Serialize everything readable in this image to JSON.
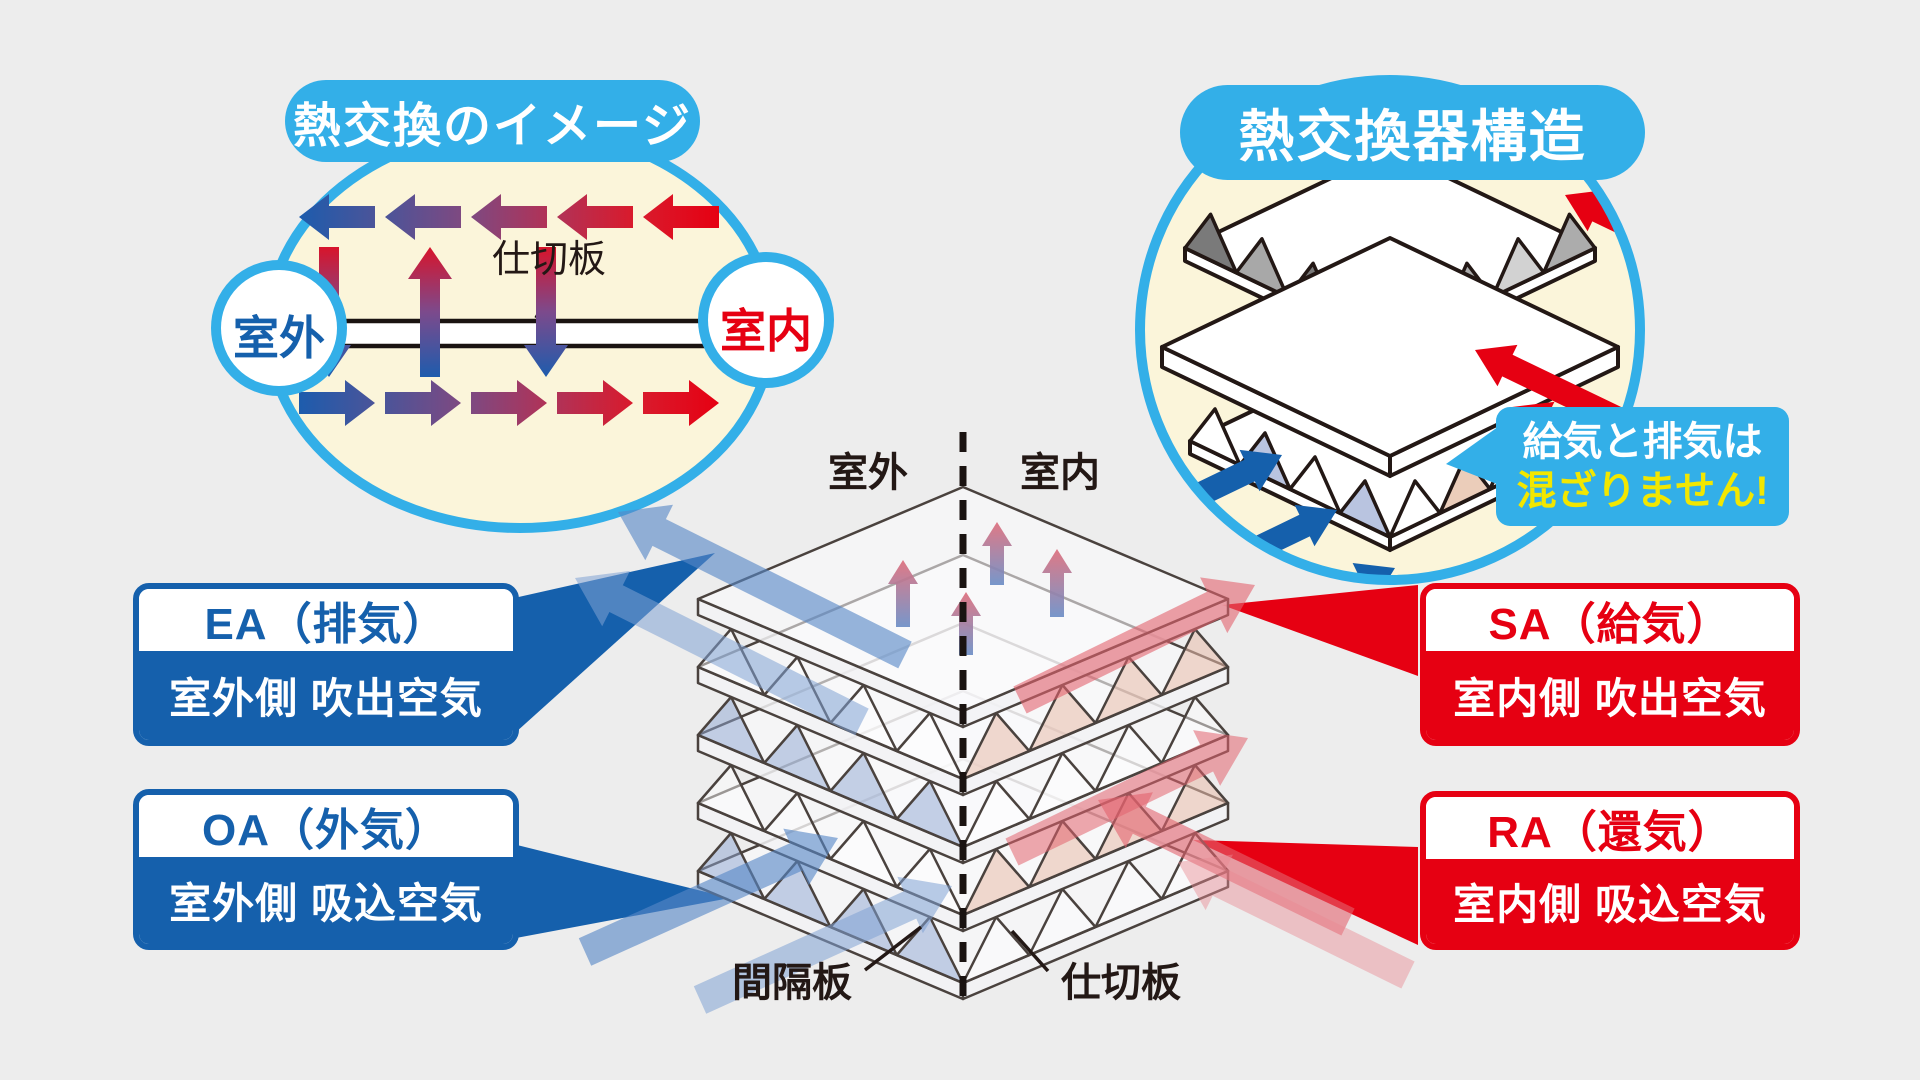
{
  "page": {
    "background": "#EDEDED"
  },
  "palette": {
    "accent_cyan": "#33AFE8",
    "cream": "#FBF5DA",
    "blue": "#1560AC",
    "red": "#E60012",
    "yellow": "#F2E700",
    "ink": "#231815",
    "gradient_cold": "#1D5CAD",
    "gradient_hot": "#E60012"
  },
  "left_panel": {
    "title": "熱交換のイメージ",
    "outdoor_label": "室外",
    "indoor_label": "室内",
    "partition_label": "仕切板"
  },
  "right_panel": {
    "title": "熱交換器構造",
    "callout": {
      "line1": "給気と排気は",
      "line2": "混ざりません!"
    }
  },
  "center_diagram": {
    "outdoor_label": "室外",
    "indoor_label": "室内",
    "spacer_plate_label": "間隔板",
    "partition_plate_label": "仕切板"
  },
  "air_labels": {
    "ea": {
      "title": "EA（排気）",
      "desc": "室外側 吹出空気"
    },
    "oa": {
      "title": "OA（外気）",
      "desc": "室外側 吸込空気"
    },
    "sa": {
      "title": "SA（給気）",
      "desc": "室内側 吹出空気"
    },
    "ra": {
      "title": "RA（還気）",
      "desc": "室内側 吸込空気"
    }
  }
}
